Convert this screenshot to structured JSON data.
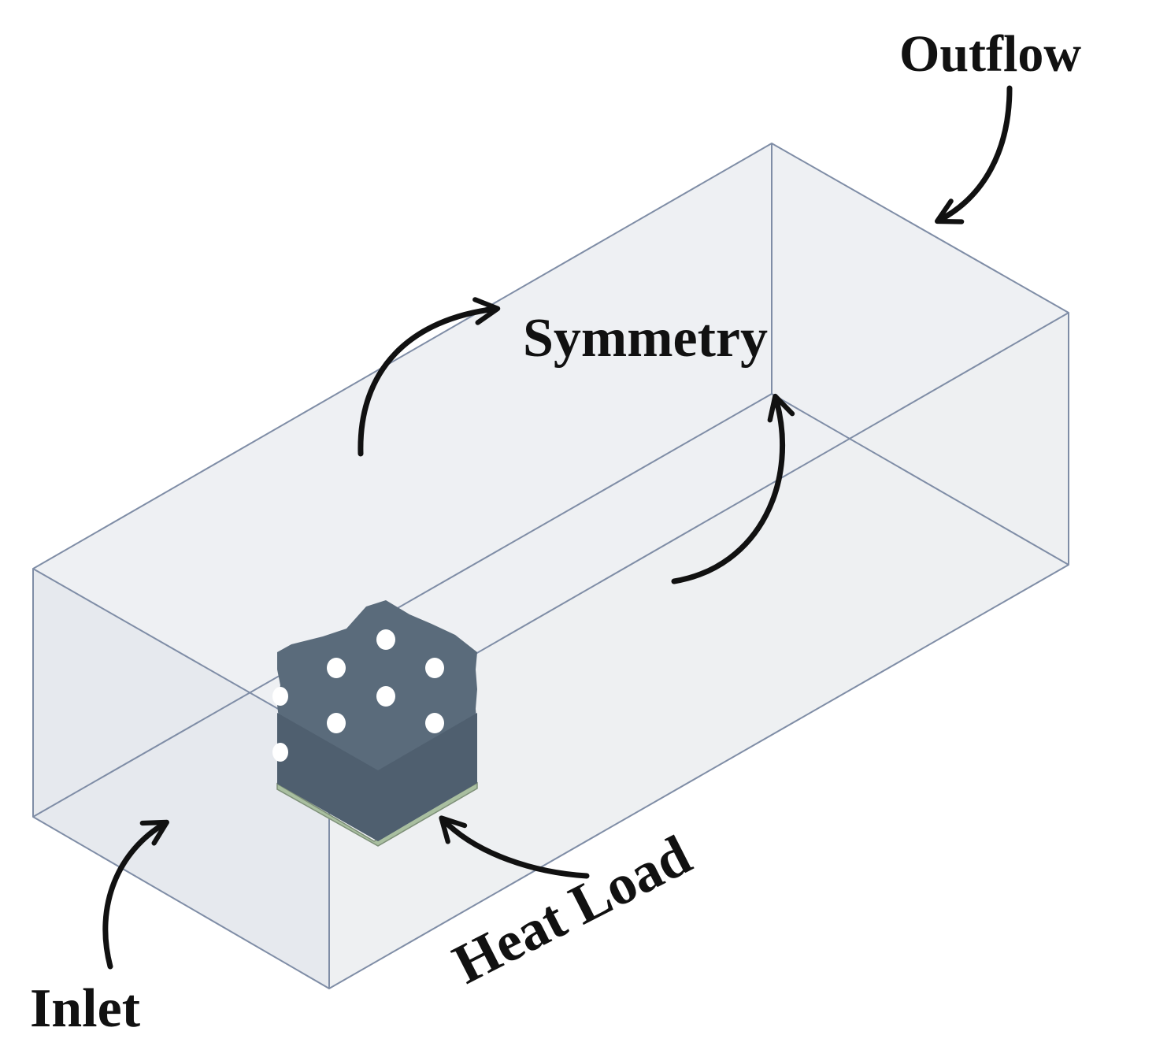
{
  "labels": {
    "outflow": "Outflow",
    "symmetry": "Symmetry",
    "heat_load": "Heat Load",
    "inlet": "Inlet"
  },
  "colors": {
    "domain_face": "#e7eaef",
    "domain_face_light": "#eef0f3",
    "domain_edge": "#7f8da6",
    "block_top": "#5a6b7b",
    "block_side": "#4f5f6f",
    "heat_plate": "#a9bfa0",
    "arrow": "#111111",
    "text": "#111111"
  }
}
